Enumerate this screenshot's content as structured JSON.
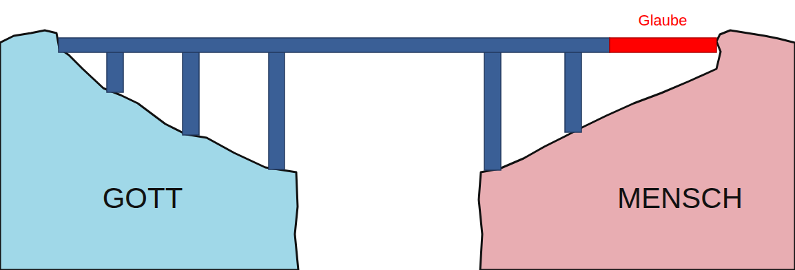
{
  "diagram": {
    "nodes": [
      {
        "text": [
          "GOTT"
        ]
      },
      {
        "text": [
          "MENSCH"
        ]
      }
    ],
    "labels": [
      "Glaube"
    ]
  }
}
